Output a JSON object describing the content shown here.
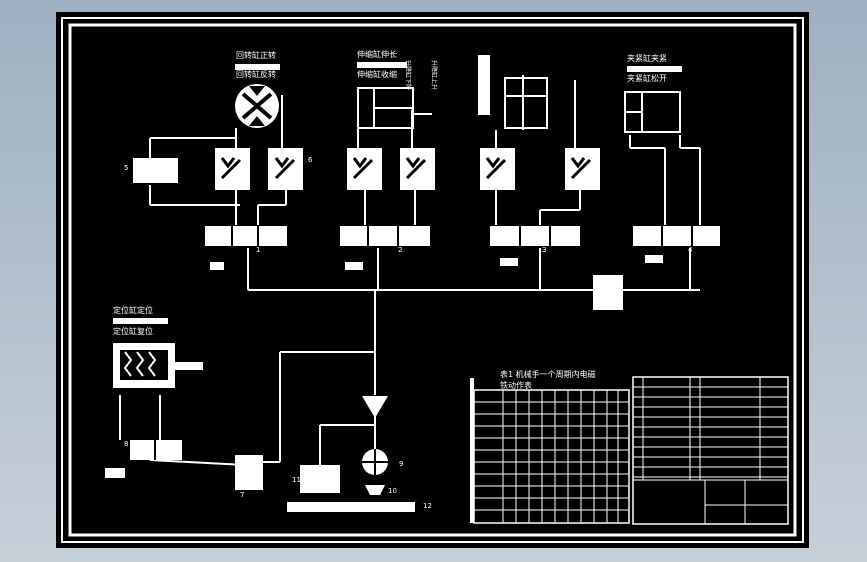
{
  "colors": {
    "sheet": "#000000",
    "line": "#ffffff",
    "outer_bg": "#b4c0cc"
  },
  "labels": {
    "rotary_top": "回转缸正转",
    "rotary_bottom": "回转缸反转",
    "extend_top": "伸缩缸伸长",
    "extend_bottom": "伸缩缸收缩",
    "lift_left": "升降缸下降",
    "lift_right": "升降缸上升",
    "clamp_top": "夹紧缸夹紧",
    "clamp_bottom": "夹紧缸松开",
    "locate_top": "定位缸定位",
    "locate_bottom": "定位缸复位"
  },
  "table": {
    "title": "表1  机械手一个周期内电磁",
    "subtitle": "铁动作表"
  },
  "numbers": {
    "n1": "1",
    "n2": "2",
    "n3": "3",
    "n4": "4",
    "n5": "5",
    "n6": "6",
    "n7": "7",
    "n8": "8",
    "n9": "9",
    "n10": "10",
    "n11": "11",
    "n12": "12"
  },
  "icons": {
    "motor": "hydraulic-motor-icon",
    "pump": "pump-icon",
    "tank": "tank-icon"
  }
}
